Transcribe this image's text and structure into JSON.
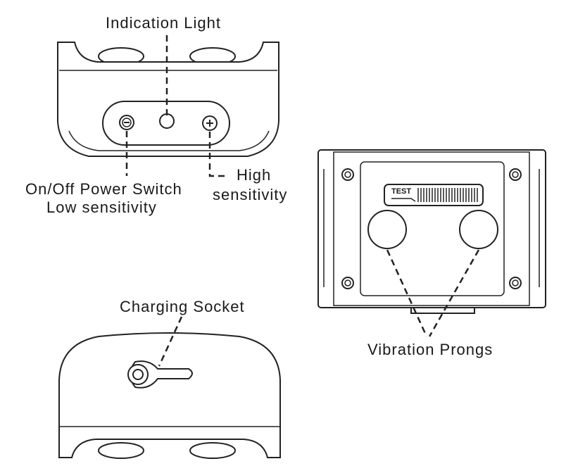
{
  "labels": {
    "indication_light": "Indication  Light",
    "on_off_power_switch": "On/Off Power Switch",
    "low_sensitivity": "Low sensitivity",
    "high": "High",
    "high_sensitivity": "sensitivity",
    "charging_socket": "Charging Socket",
    "vibration_prongs": "Vibration  Prongs",
    "test": "TEST"
  }
}
